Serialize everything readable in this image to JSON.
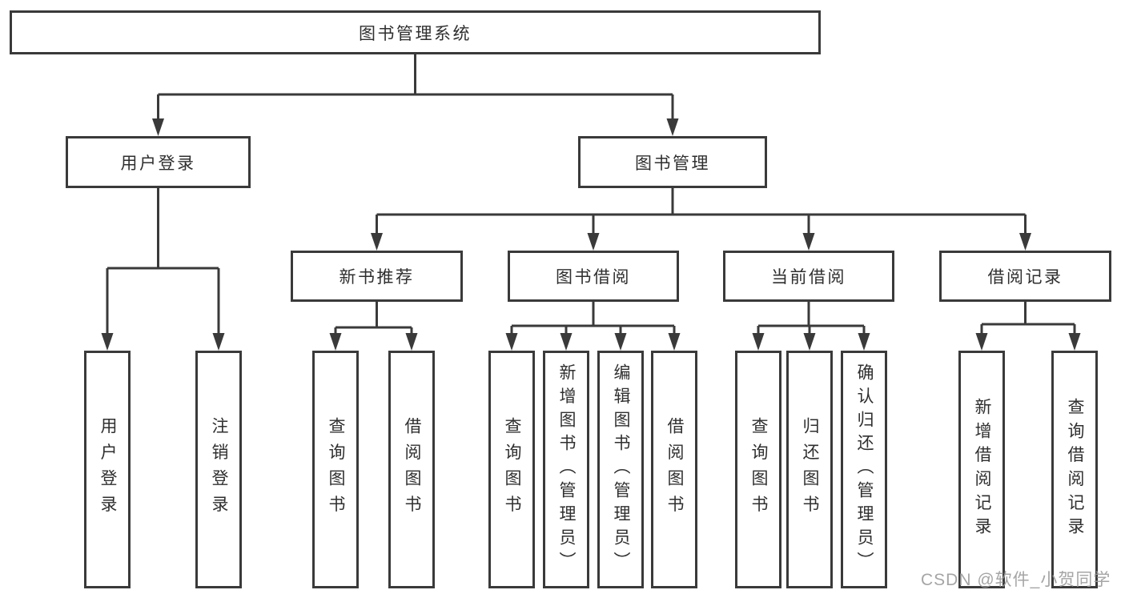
{
  "nodes": {
    "root": "图书管理系统",
    "level2": [
      "用户登录",
      "图书管理"
    ],
    "level3": [
      "新书推荐",
      "图书借阅",
      "当前借阅",
      "借阅记录"
    ],
    "user_login_children": [
      "用户登录",
      "注销登录"
    ],
    "new_book_children": [
      "查询图书",
      "借阅图书"
    ],
    "book_borrow_children": [
      "查询图书",
      "新增图书（管理员）",
      "编辑图书（管理员）",
      "借阅图书"
    ],
    "current_borrow_children": [
      "查询图书",
      "归还图书",
      "确认归还（管理员）"
    ],
    "borrow_record_children": [
      "新增借阅记录",
      "查询借阅记录"
    ]
  },
  "watermark": "CSDN @软件_小贺同学",
  "colors": {
    "line": "#3a3a3a",
    "box_background": "#ffffff",
    "text": "#2f2f2f",
    "watermark": "#9c9c9c",
    "page_background": "#ffffff"
  }
}
